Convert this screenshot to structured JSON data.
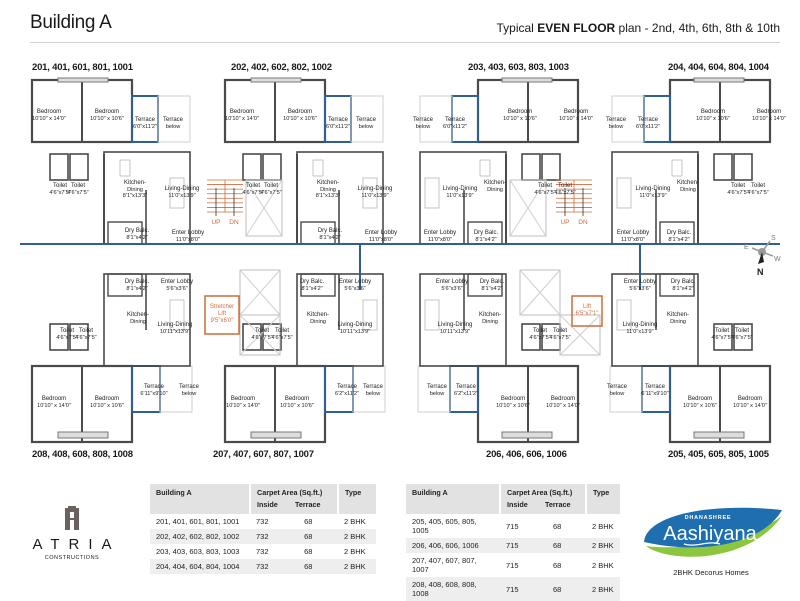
{
  "header": {
    "title": "Building A",
    "subtitle_prefix": "Typical ",
    "subtitle_bold": "EVEN FLOOR",
    "subtitle_suffix": " plan - 2nd, 4th, 6th, 8th & 10th"
  },
  "units": {
    "top_left": "201, 401, 601, 801, 1001",
    "top_mid_left": "202, 402, 602, 802, 1002",
    "top_mid_right": "203, 403, 603, 803, 1003",
    "top_right": "204, 404, 604, 804, 1004",
    "bottom_left": "208, 408, 608, 808, 1008",
    "bottom_mid_left": "207, 407, 607, 807, 1007",
    "bottom_mid_right": "206, 406, 606, 1006",
    "bottom_right": "205, 405, 605, 805, 1005"
  },
  "rooms": [
    {
      "label": "Bedroom",
      "dim": "10'10\" x 14'0\""
    },
    {
      "label": "Bedroom",
      "dim": "10'10\" x 10'6\""
    },
    {
      "label": "Terrace",
      "dim": "6'0\"x11'2\""
    },
    {
      "label": "Terrace",
      "dim": "below"
    },
    {
      "label": "Toilet",
      "dim": "4'6\"x7'5\""
    },
    {
      "label": "Toilet",
      "dim": "4'6\"x7'5\""
    },
    {
      "label": "Kitchen-",
      "dim": "Dining"
    },
    {
      "label": "8'1\"x13'3\"",
      "dim": ""
    },
    {
      "label": "Living-Dining",
      "dim": "11'0\"x13'9\""
    },
    {
      "label": "Dry Balc.",
      "dim": "8'1\"x4'2\""
    },
    {
      "label": "Enter Lobby",
      "dim": "11'0\"x8'0\""
    },
    {
      "label": "Enter Lobby",
      "dim": "5'6\"x3'6\""
    },
    {
      "label": "Living-Dining",
      "dim": "10'11\"x13'9\""
    },
    {
      "label": "Terrace",
      "dim": "6'11\"x9'10\""
    },
    {
      "label": "Terrace",
      "dim": "6'2\"x11'2\""
    }
  ],
  "core": {
    "stair_up": "UP",
    "stair_dn": "DN",
    "stretcher_lift_name": "Stretcher",
    "stretcher_lift_label": "Lift",
    "stretcher_lift_dim": "9'5\"x6'0\"",
    "lift_label": "Lift",
    "lift_dim": "6'5\"x7'1\""
  },
  "compass": {
    "n": "N",
    "s": "S",
    "e": "E",
    "w": "W"
  },
  "tables": [
    {
      "headers": {
        "building": "Building A",
        "carpet": "Carpet Area (Sq.ft.)",
        "inside": "Inside",
        "terrace": "Terrace",
        "type": "Type"
      },
      "rows": [
        {
          "units": "201, 401, 601, 801, 1001",
          "inside": "732",
          "terrace": "68",
          "type": "2 BHK"
        },
        {
          "units": "202, 402, 602, 802, 1002",
          "inside": "732",
          "terrace": "68",
          "type": "2 BHK"
        },
        {
          "units": "203, 403, 603, 803, 1003",
          "inside": "732",
          "terrace": "68",
          "type": "2 BHK"
        },
        {
          "units": "204, 404, 604, 804, 1004",
          "inside": "732",
          "terrace": "68",
          "type": "2 BHK"
        }
      ]
    },
    {
      "headers": {
        "building": "Building A",
        "carpet": "Carpet Area (Sq.ft.)",
        "inside": "Inside",
        "terrace": "Terrace",
        "type": "Type"
      },
      "rows": [
        {
          "units": "205, 405, 605, 805, 1005",
          "inside": "715",
          "terrace": "68",
          "type": "2 BHK"
        },
        {
          "units": "206, 406, 606, 1006",
          "inside": "715",
          "terrace": "68",
          "type": "2 BHK"
        },
        {
          "units": "207, 407, 607, 807, 1007",
          "inside": "715",
          "terrace": "68",
          "type": "2 BHK"
        },
        {
          "units": "208, 408, 608, 808, 1008",
          "inside": "715",
          "terrace": "68",
          "type": "2 BHK"
        }
      ]
    }
  ],
  "logos": {
    "atria_name": "ATRIA",
    "atria_sub": "CONSTRUCTIONS",
    "ash_top": "DHANASHREE",
    "ash_name": "Aashiyana",
    "ash_tag": "2BHK Decorus Homes"
  },
  "colors": {
    "wall": "#4a4a4a",
    "window_blue": "#2f5f95",
    "stair_orange": "#d06a3a",
    "furniture": "#b8b8b8",
    "table_header": "#e2e2e2",
    "logo_blue": "#1f6fb0",
    "logo_green": "#8cc63f"
  }
}
